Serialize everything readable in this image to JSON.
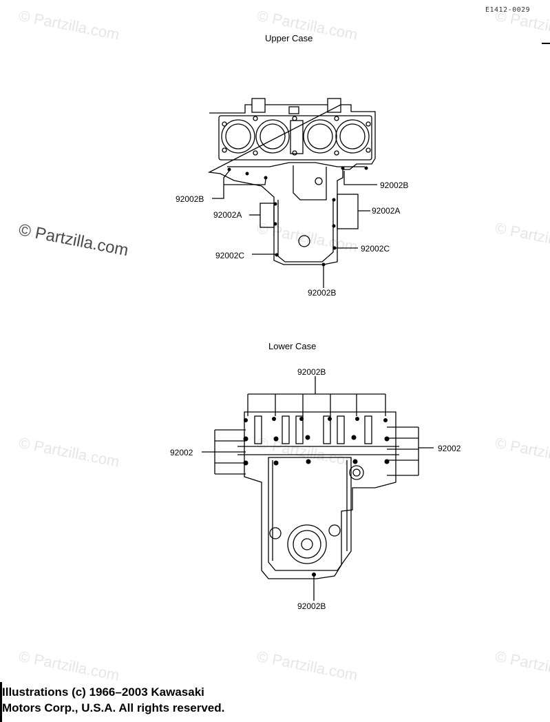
{
  "figure_code": "E1412-0029",
  "upper": {
    "title": "Upper Case",
    "labels": [
      "92002B",
      "92002B",
      "92002A",
      "92002A",
      "92002C",
      "92002C",
      "92002B"
    ]
  },
  "lower": {
    "title": "Lower Case",
    "labels": [
      "92002B",
      "92002",
      "92002",
      "92002B"
    ]
  },
  "watermark": {
    "text": "© Partzilla.com"
  },
  "footer": {
    "line1": "Illustrations (c) 1966–2003 Kawasaki",
    "line2": "Motors Corp., U.S.A.  All rights reserved."
  }
}
